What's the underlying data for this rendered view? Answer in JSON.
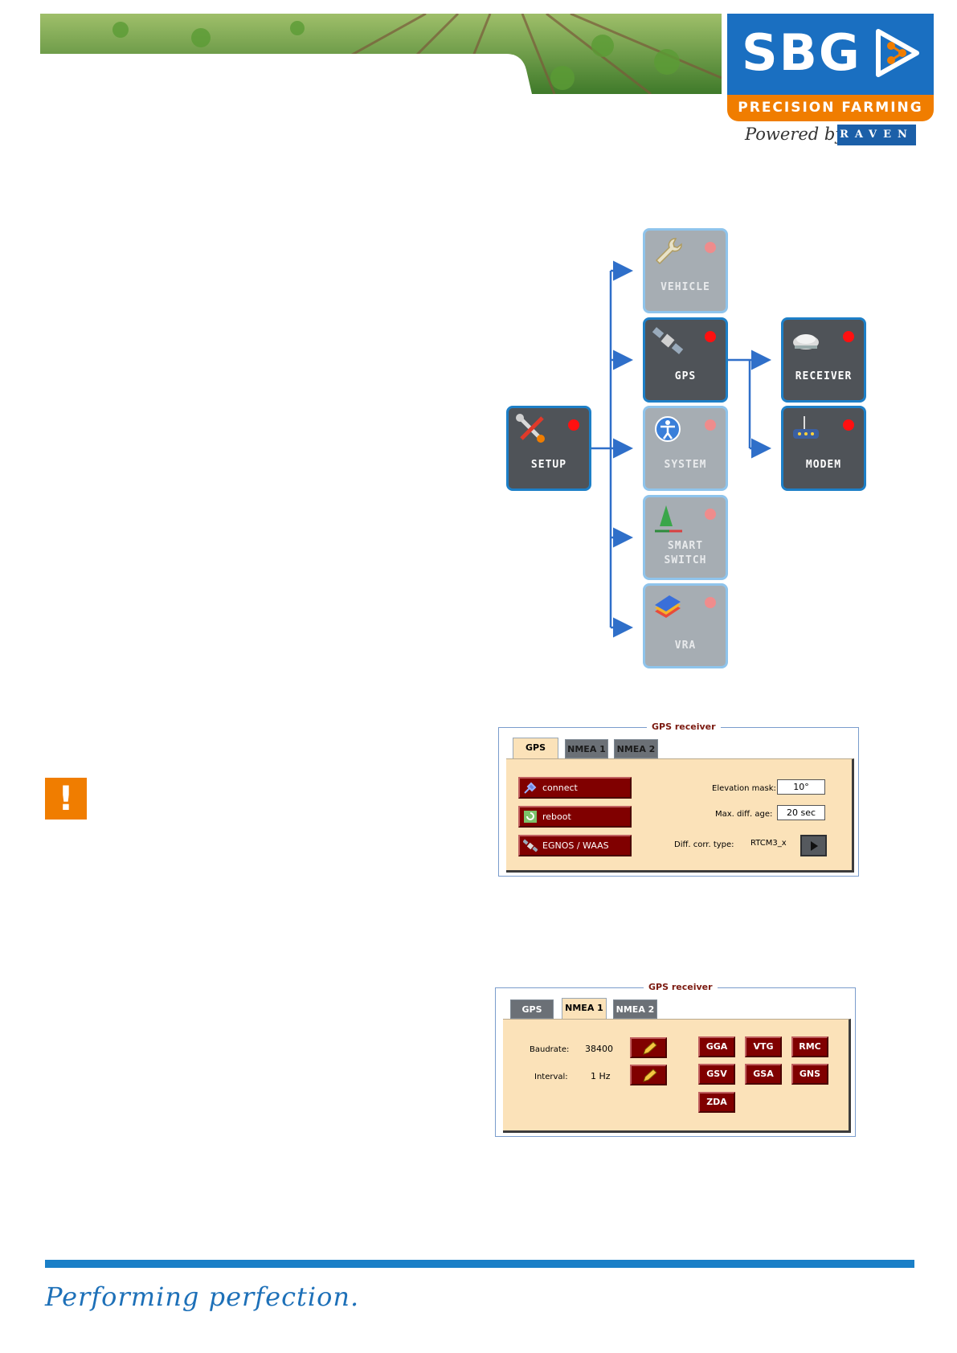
{
  "header": {
    "logo": {
      "brand": "SBG",
      "tagline": "PRECISION FARMING",
      "powered_by": "Powered by",
      "partner": "RAVEN",
      "colors": {
        "blue": "#1a6fc1",
        "orange": "#f07d00"
      }
    }
  },
  "menu_tree": {
    "setup": {
      "label": "SETUP",
      "icon": "tools-icon"
    },
    "level1": [
      {
        "label": "VEHICLE",
        "icon": "wrench-icon",
        "active": false
      },
      {
        "label": "GPS",
        "icon": "satellite-icon",
        "active": true
      },
      {
        "label": "SYSTEM",
        "icon": "accessibility-icon",
        "active": false
      },
      {
        "label": "SMART",
        "label2": "SWITCH",
        "icon": "sections-icon",
        "active": false
      },
      {
        "label": "VRA",
        "icon": "layers-icon",
        "active": false
      }
    ],
    "gps_children": [
      {
        "label": "RECEIVER",
        "icon": "receiver-icon"
      },
      {
        "label": "MODEM",
        "icon": "modem-icon"
      }
    ]
  },
  "warning": {
    "glyph": "!"
  },
  "panel1": {
    "title": "GPS receiver",
    "tabs": [
      "GPS",
      "NMEA 1",
      "NMEA 2"
    ],
    "active_tab": "GPS",
    "buttons": [
      "connect",
      "reboot",
      "EGNOS / WAAS"
    ],
    "fields": [
      {
        "label": "Elevation mask:",
        "value": "10°"
      },
      {
        "label": "Max. diff. age:",
        "value": "20 sec"
      }
    ],
    "diff_corr": {
      "label": "Diff. corr. type:",
      "value": "RTCM3_x"
    }
  },
  "panel2": {
    "title": "GPS receiver",
    "tabs": [
      "GPS",
      "NMEA 1",
      "NMEA 2"
    ],
    "active_tab": "NMEA 1",
    "baudrate": {
      "label": "Baudrate:",
      "value": "38400"
    },
    "interval": {
      "label": "Interval:",
      "value": "1 Hz"
    },
    "messages": [
      "GGA",
      "VTG",
      "RMC",
      "GSV",
      "GSA",
      "GNS",
      "ZDA"
    ]
  },
  "footer": {
    "slogan": "Performing perfection."
  }
}
